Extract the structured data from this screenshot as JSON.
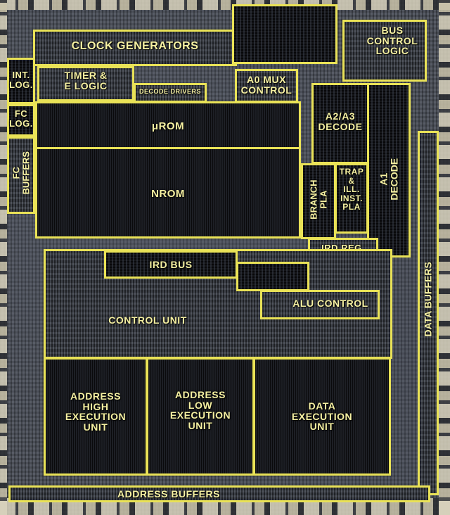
{
  "blocks": {
    "clock_generators": "CLOCK GENERATORS",
    "bus_control_logic": "BUS\nCONTROL\nLOGIC",
    "int_log": "INT.\nLOG.",
    "timer_e_logic": "TIMER &\nE LOGIC",
    "decode_drivers": "DECODE DRIVERS",
    "a0_mux_control": "A0 MUX\nCONTROL",
    "fc_log": "FC\nLOG.",
    "a2a3_decode": "A2/A3\nDECODE",
    "a1_decode": "A1\nDECODE",
    "urom": "μROM",
    "nrom": "NROM",
    "fc_buffers": "FC\nBUFFERS",
    "branch_pla": "BRANCH\nPLA",
    "trap_ill_inst_pla": "TRAP\n&\nILL.\nINST.\nPLA",
    "ird_reg": "IRD REG.",
    "ird_bus": "IRD BUS",
    "alu_control": "ALU CONTROL",
    "control_unit": "CONTROL UNIT",
    "data_buffers": "DATA BUFFERS",
    "address_high_execution_unit": "ADDRESS\nHIGH\nEXECUTION\nUNIT",
    "address_low_execution_unit": "ADDRESS\nLOW\nEXECUTION\nUNIT",
    "data_execution_unit": "DATA\nEXECUTION\nUNIT",
    "address_buffers": "ADDRESS BUFFERS"
  },
  "colors": {
    "outline": "#e9e257",
    "label": "#f6f1a2"
  }
}
